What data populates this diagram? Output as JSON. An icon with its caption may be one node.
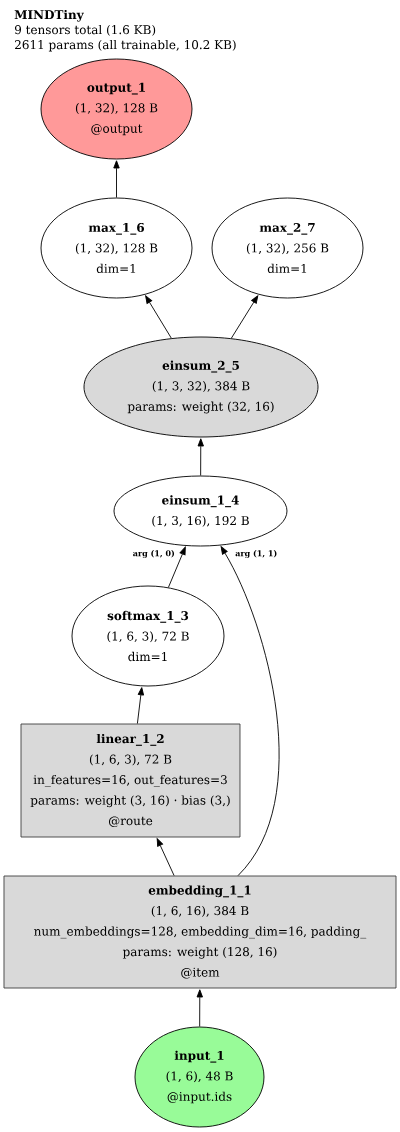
{
  "diagram": {
    "title": "MINDTiny",
    "labels": [
      "9 tensors total (1.6 KB)",
      "2611 params (all trainable, 10.2 KB)"
    ],
    "nodes": [
      {
        "text": [
          "output_1",
          "(1, 32), 128 B",
          "@output"
        ]
      },
      {
        "text": [
          "max_1_6",
          "(1, 32), 128 B",
          "dim=1"
        ]
      },
      {
        "text": [
          "max_2_7",
          "(1, 32), 256 B",
          "dim=1"
        ]
      },
      {
        "text": [
          "einsum_2_5",
          "(1, 3, 32), 384 B",
          "params: weight (32, 16)"
        ]
      },
      {
        "text": [
          "einsum_1_4",
          "(1, 3, 16), 192 B"
        ]
      },
      {
        "text": [
          "softmax_1_3",
          "(1, 6, 3), 72 B",
          "dim=1"
        ]
      },
      {
        "text": [
          "linear_1_2",
          "(1, 6, 3), 72 B",
          "in_features=16, out_features=3",
          "params: weight (3, 16) · bias (3,)",
          "@route"
        ]
      },
      {
        "text": [
          "embedding_1_1",
          "(1, 6, 16), 384 B",
          "num_embeddings=128, embedding_dim=16, padding_",
          "params: weight (128, 16)",
          "@item"
        ]
      },
      {
        "text": [
          "input_1",
          "(1, 6), 48 B",
          "@input.ids"
        ]
      }
    ],
    "edges": [
      {
        "from": 8,
        "to": 7,
        "arrow": "to"
      },
      {
        "from": 7,
        "to": 6,
        "arrow": "to"
      },
      {
        "from": 6,
        "to": 5,
        "arrow": "to"
      },
      {
        "from": 5,
        "to": 4,
        "arrow": "to",
        "label": "arg (1, 0)"
      },
      {
        "from": 7,
        "to": 4,
        "arrow": "to",
        "label": "arg (1, 1)"
      },
      {
        "from": 4,
        "to": 3,
        "arrow": "to"
      },
      {
        "from": 3,
        "to": 1,
        "arrow": "to"
      },
      {
        "from": 3,
        "to": 2,
        "arrow": "to"
      },
      {
        "from": 1,
        "to": 0,
        "arrow": "to"
      }
    ]
  }
}
